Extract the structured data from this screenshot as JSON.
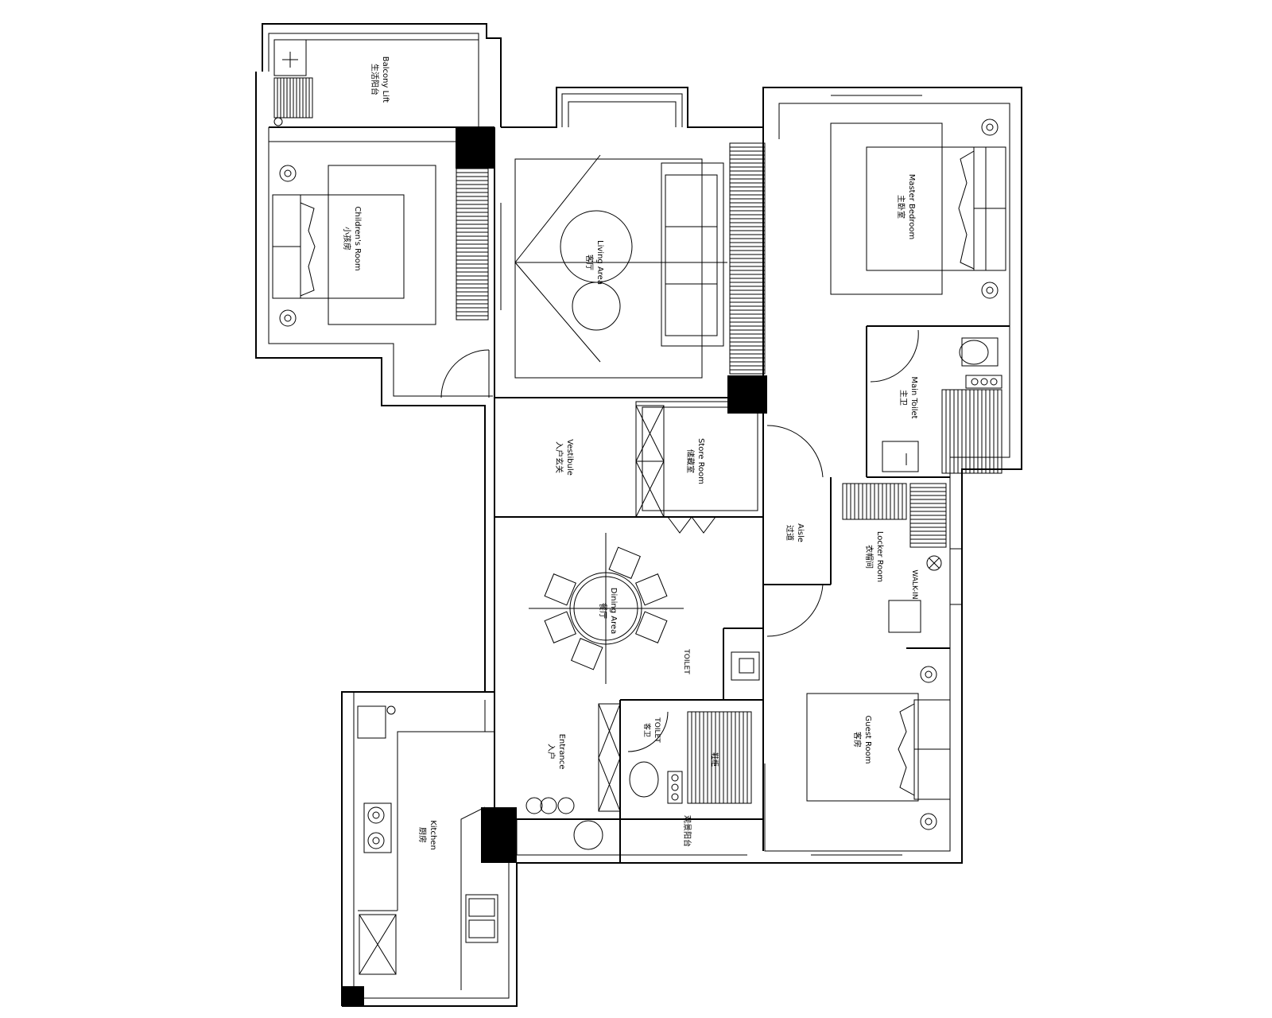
{
  "rooms": {
    "balcony": {
      "en": "Balcony Lift",
      "zh": "生活阳台"
    },
    "childrens": {
      "en": "Children's Room",
      "zh": "小孩房"
    },
    "living": {
      "en": "Living Area",
      "zh": "客厅"
    },
    "master": {
      "en": "Master Bedroom",
      "zh": "主卧室"
    },
    "main_toilet": {
      "en": "Main Toilet",
      "zh": "主卫"
    },
    "vestibule": {
      "en": "Vestibule",
      "zh": "入户玄关"
    },
    "store": {
      "en": "Store Room",
      "zh": "储藏室"
    },
    "aisle": {
      "en": "Aisle",
      "zh": "过道"
    },
    "locker": {
      "en": "Locker Room",
      "zh": "衣帽间"
    },
    "dining": {
      "en": "Dining Area",
      "zh": "餐厅"
    },
    "guest": {
      "en": "Guest Room",
      "zh": "客房"
    },
    "toilet": {
      "en": "TOILET",
      "zh": "客卫"
    },
    "entrance": {
      "en": "Entrance",
      "zh": "入户"
    },
    "kitchen": {
      "en": "Kitchen",
      "zh": "厨房"
    },
    "balcony2": {
      "zh": "观景阳台"
    }
  },
  "small_labels": {
    "wc": "TOILET",
    "walkin": "WALK-IN",
    "cabinet": "鞋柜"
  }
}
